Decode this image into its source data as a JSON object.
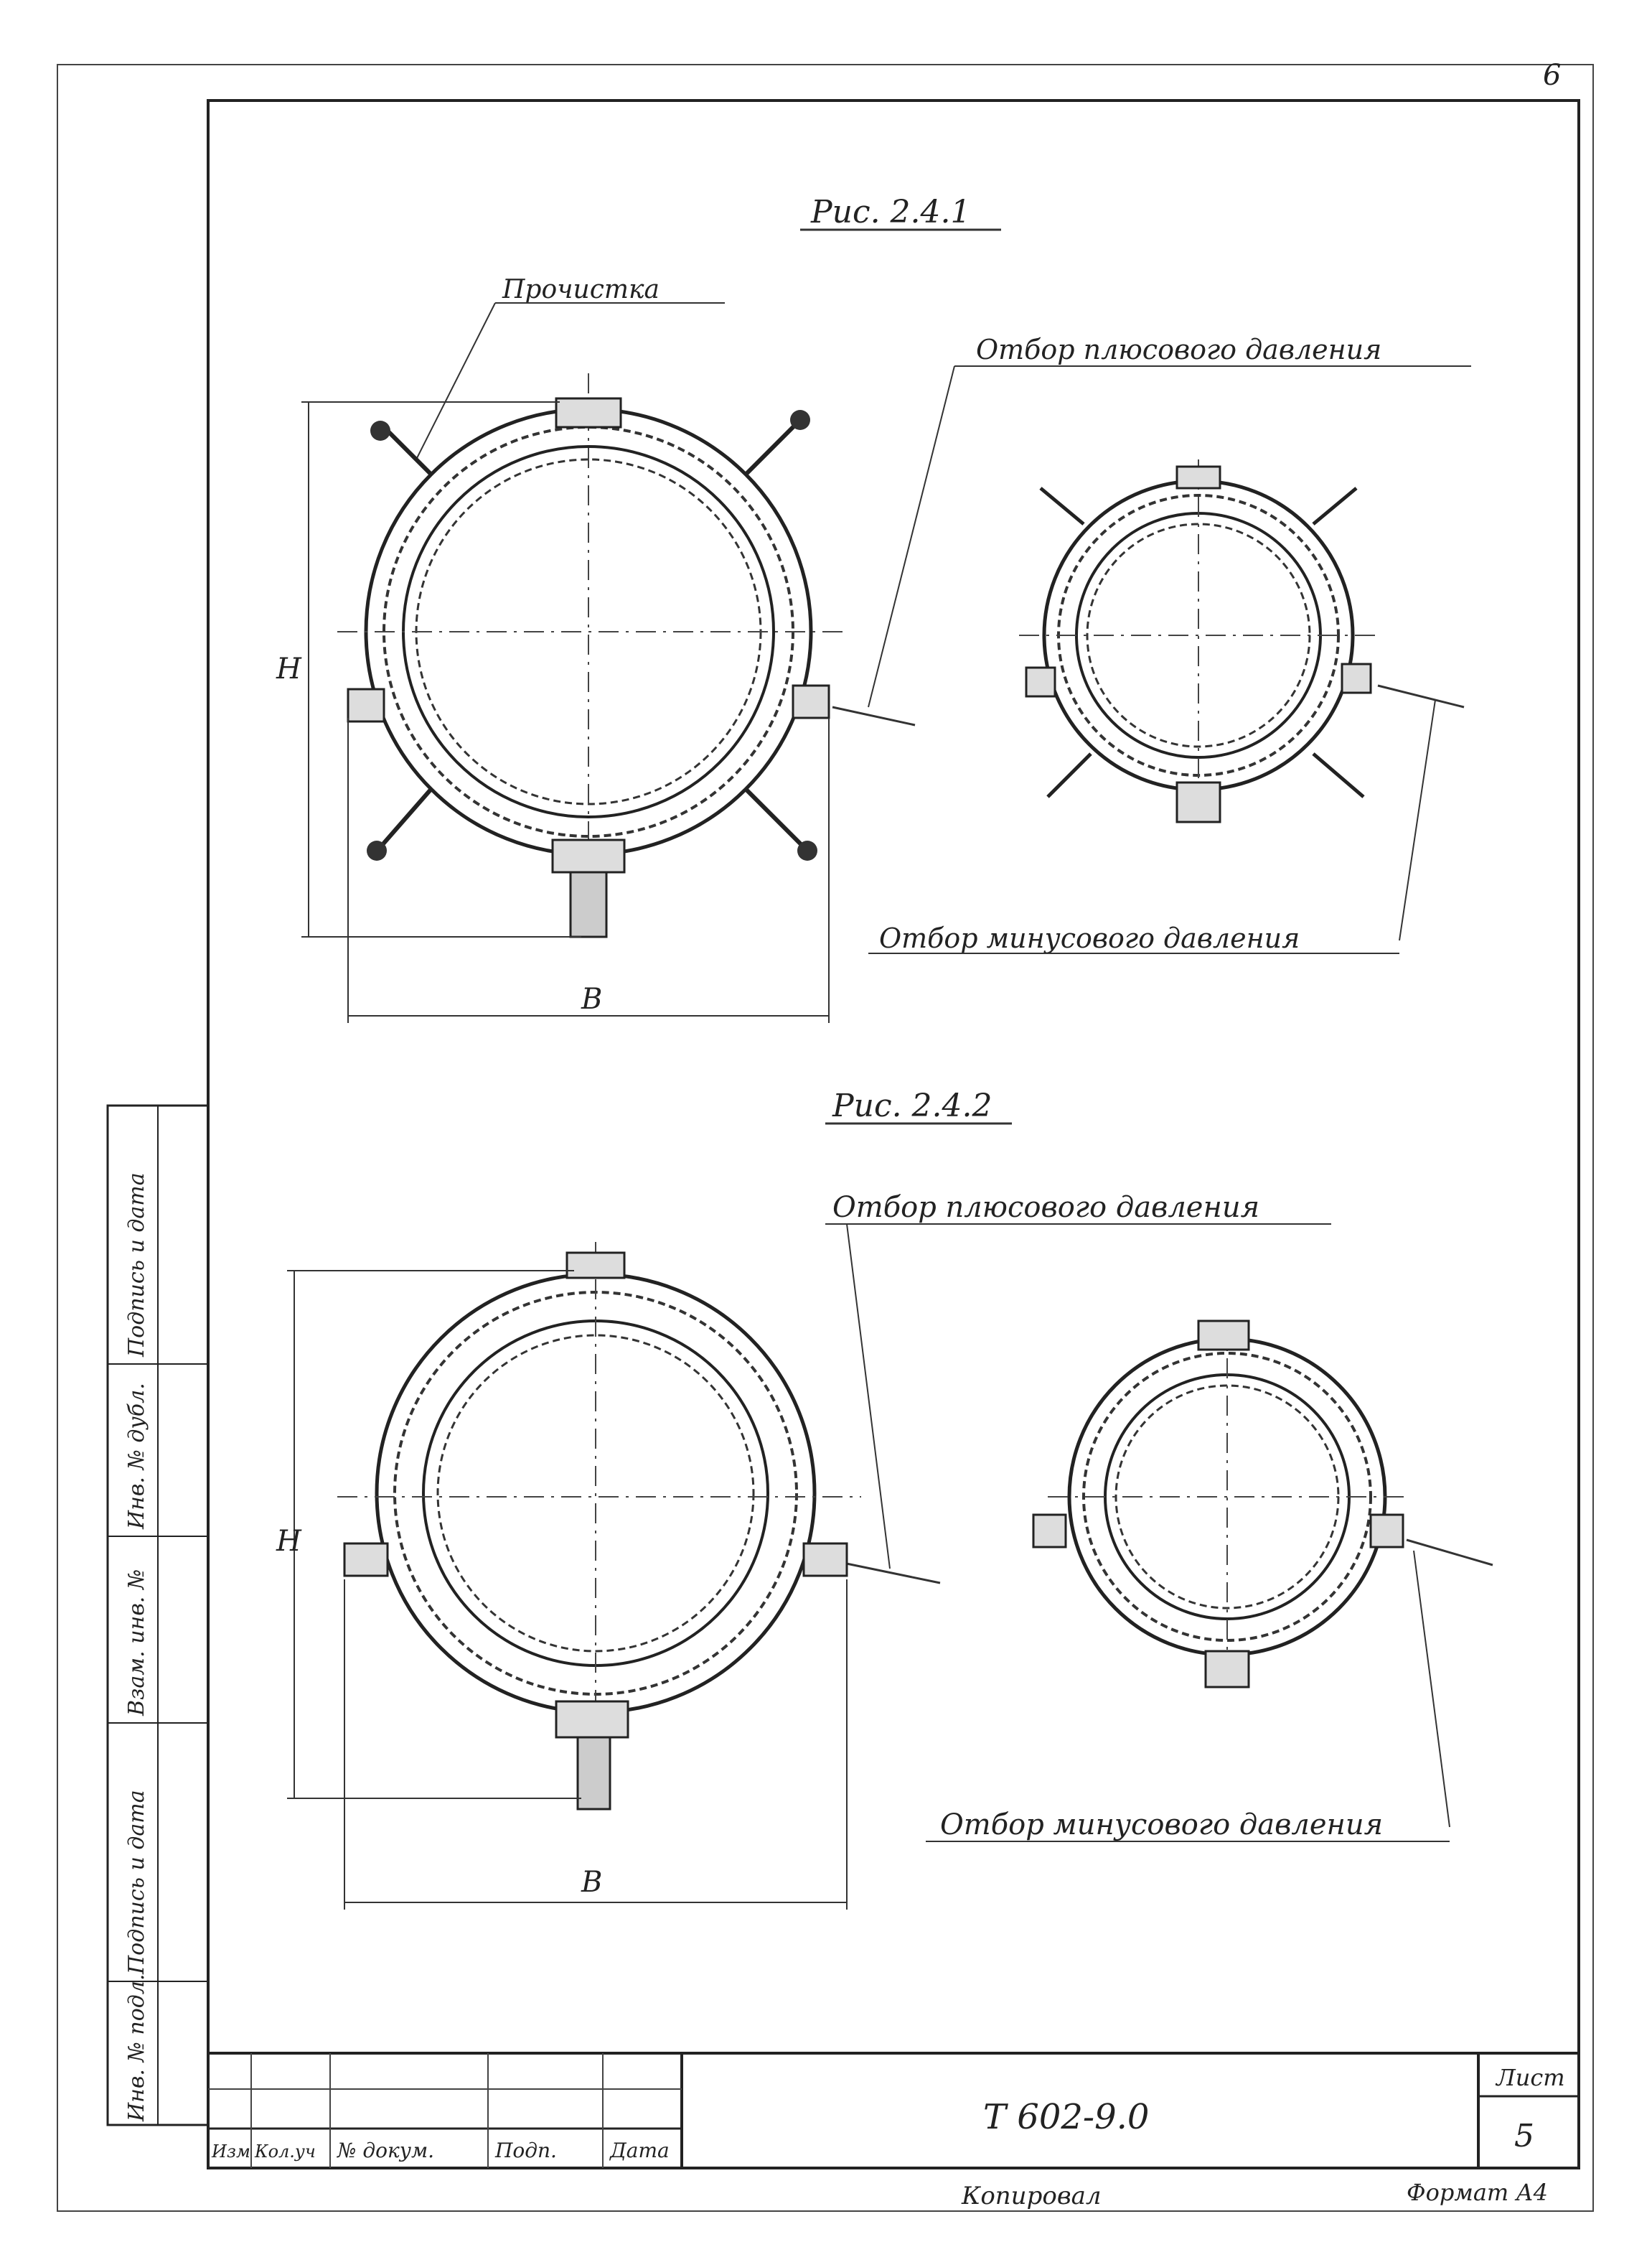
{
  "page": {
    "sheet_number": "6"
  },
  "figure1": {
    "title": "Рис. 2.4.1",
    "label_cleaning": "Прочистка",
    "label_plus": "Отбор плюсового давления",
    "label_minus": "Отбор минусового давления",
    "dim_h": "H",
    "dim_b": "B"
  },
  "figure2": {
    "title": "Рис. 2.4.2",
    "label_plus": "Отбор плюсового давления",
    "label_minus": "Отбор минусового давления",
    "dim_h": "H",
    "dim_b": "B"
  },
  "side_stamp": [
    "Инв. № подл.",
    "Подпись и дата",
    "Взам. инв. №",
    "Инв. № дубл.",
    "Подпись и дата"
  ],
  "title_block": {
    "doc_code": "Т 602-9.0",
    "sheet_label": "Лист",
    "sheet_value": "5",
    "cols": [
      "Изм",
      "Кол.уч",
      "№ докум.",
      "Подп.",
      "Дата"
    ],
    "copied": "Копировал",
    "format": "Формат А4"
  }
}
